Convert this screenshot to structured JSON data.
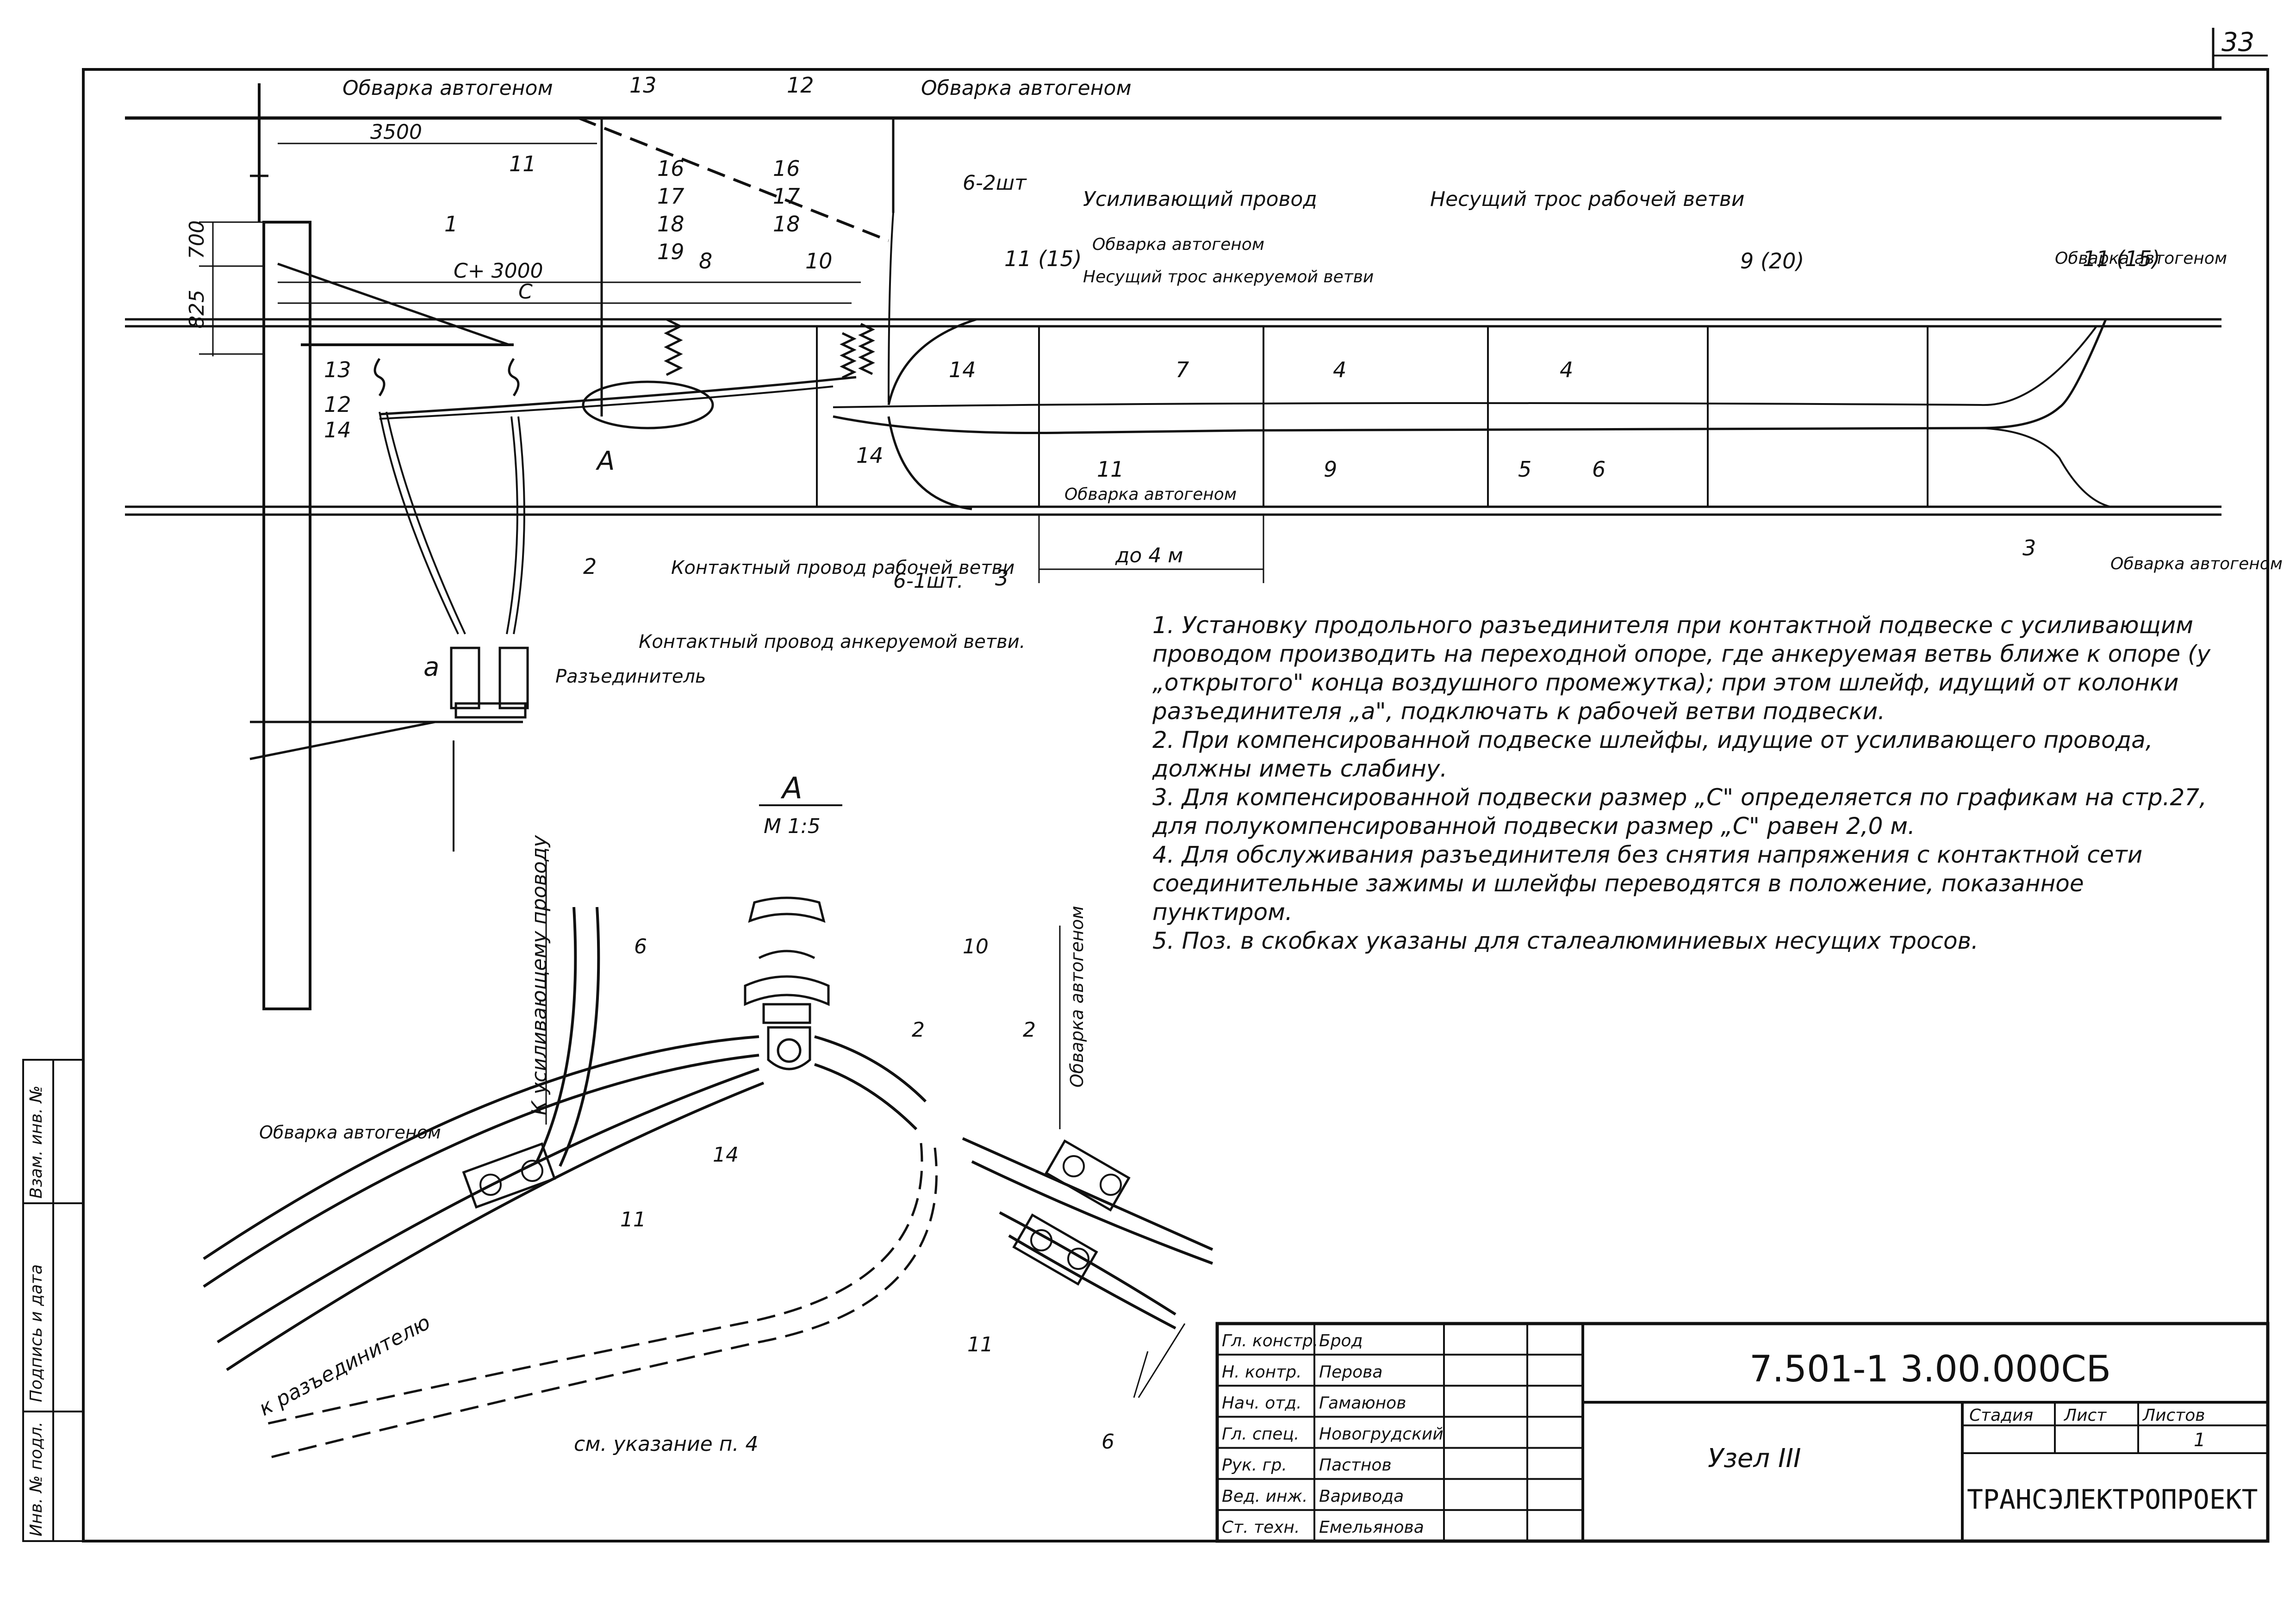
{
  "page_number": "33",
  "drawing": {
    "labels": {
      "obvarka_top_left": "Обварка автогеном",
      "obvarka_top_right": "Обварка автогеном",
      "obvarka_mid": "Обварка автогеном",
      "obvarka_right": "Обварка автогеном",
      "obvarka_lower": "Обварка автогеном",
      "obvarka_right_bottom": "Обварка автогеном",
      "usil_provod": "Усиливающий провод",
      "nes_tros_rab": "Несущий трос рабочей ветви",
      "nes_tros_ank": "Несущий трос анкеруемой ветви",
      "kontakt_rab": "Контактный провод рабочей ветви",
      "kontakt_ank": "Контактный провод анкеруемой ветви.",
      "razedinitel": "Разъединитель",
      "dim_3500": "3500",
      "dim_3000": "С+ 3000",
      "dim_c": "С",
      "dim_700": "700",
      "dim_825": "825",
      "dim_4m": "до 4 м",
      "qty_6_2": "6-2шт",
      "qty_6_1": "6-1шт.",
      "pos_a": "а",
      "view_a": "А",
      "view_a_label": "А",
      "scale": "М 1:5",
      "to_usil": "К усиливающему проводу",
      "to_razed": "к разъединителю",
      "sm_ukaz": "см. указание п. 4",
      "obvarka_detail_left": "Обварка автогеном",
      "obvarka_detail_right": "Обварка автогеном"
    },
    "callouts": {
      "c1": "1",
      "c2": "2",
      "c3": "3",
      "c3b": "3",
      "c4a": "4",
      "c4b": "4",
      "c5": "5",
      "c6": "6",
      "c7": "7",
      "c8": "8",
      "c9": "9",
      "c9b": "9 (20)",
      "c10": "10",
      "c11a": "11",
      "c11b": "11 (15)",
      "c11c": "11 (15)",
      "c11d": "11",
      "c12a": "12",
      "c12b": "12",
      "c13a": "13",
      "c13b": "13",
      "c14a": "14",
      "c14b": "14",
      "c14c": "14",
      "c16": "16",
      "c16b": "16",
      "c17": "17",
      "c17b": "17",
      "c18": "18",
      "c18b": "18",
      "c19": "19",
      "d6": "6",
      "d10": "10",
      "d2a": "2",
      "d2b": "2",
      "d14": "14",
      "d11a": "11",
      "d11b": "11",
      "d6b": "6"
    }
  },
  "notes": [
    "1. Установку продольного разъединителя при контактной подвеске с усиливающим проводом производить на переходной опоре, где анкеруемая ветвь ближе к опоре (у „открытого\" конца воздушного промежутка); при этом шлейф, идущий от колонки разъединителя „а\", подключать к рабочей ветви подвески.",
    "2. При компенсированной подвеске шлейфы, идущие от усиливающего провода, должны иметь слабину.",
    "3. Для компенсированной подвески размер „С\" определяется по графикам на стр.27, для полукомпенсированной подвески размер „С\" равен 2,0 м.",
    "4. Для обслуживания разъединителя без снятия напряжения с контактной сети соединительные зажимы и шлейфы переводятся в положение, показанное пунктиром.",
    "5. Поз. в скобках указаны для сталеалюминиевых несущих тросов."
  ],
  "side_stamp": {
    "inv_podl": "Инв. № подл.",
    "podpis": "Подпись и дата",
    "vzam": "Взам. инв. №"
  },
  "title_block": {
    "code": "7.501-1    3.00.000СБ",
    "name": "Узел III",
    "org": "ТРАНСЭЛЕКТРОПРОЕКТ",
    "stage_h": "Стадия",
    "sheet_h": "Лист",
    "sheets_h": "Листов",
    "sheets_v": "1",
    "rows": [
      {
        "role": "Гл. констр.",
        "name": "Брод"
      },
      {
        "role": "Н. контр.",
        "name": "Перова"
      },
      {
        "role": "Нач. отд.",
        "name": "Гамаюнов"
      },
      {
        "role": "Гл. спец.",
        "name": "Новогрудский"
      },
      {
        "role": "Рук. гр.",
        "name": "Пастнов"
      },
      {
        "role": "Вед. инж.",
        "name": "Варивода"
      },
      {
        "role": "Ст. техн.",
        "name": "Емельянова"
      }
    ]
  }
}
